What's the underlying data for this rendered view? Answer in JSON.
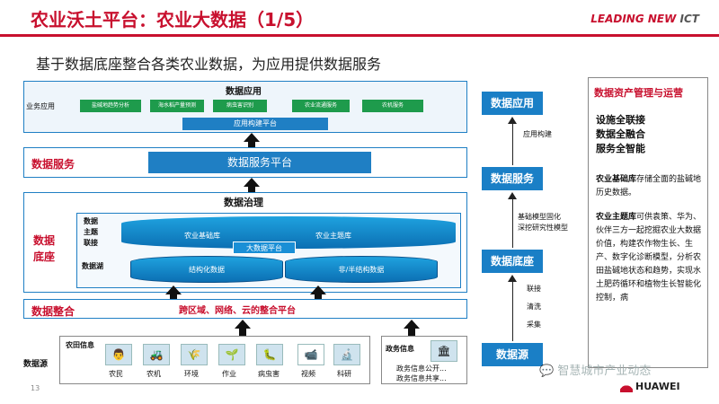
{
  "header": {
    "title": "农业沃土平台：农业大数据（1/5）",
    "brand_main": "LEADING NEW",
    "brand_suffix": " ICT",
    "subtitle": "基于数据底座整合各类农业数据，为应用提供数据服务"
  },
  "diagram": {
    "app_layer": {
      "title": "数据应用",
      "side_label": "业务应用",
      "apps": [
        "盐碱地趋势分析",
        "海水稻产量预测",
        "病虫害识别",
        "农业流通服务",
        "农机服务"
      ],
      "build_platform": "应用构建平台"
    },
    "service_layer": {
      "label": "数据服务",
      "platform": "数据服务平台"
    },
    "governance": {
      "title": "数据治理",
      "side_label_1": "数据",
      "side_label_2": "底座",
      "row1_labels": [
        "数据",
        "主题",
        "联接"
      ],
      "row2_label": "数据湖",
      "base_lib": "农业基础库",
      "topic_lib": "农业主题库",
      "bigdata": "大数据平台",
      "structured": "结构化数据",
      "unstructured": "非/半结构数据"
    },
    "integration": {
      "label": "数据整合",
      "platform": "跨区域、网络、云的整合平台"
    },
    "sources": {
      "label": "数据源",
      "farm_title": "农田信息",
      "farm_items": [
        "农民",
        "农机",
        "环境",
        "作业",
        "病虫害",
        "视频",
        "科研"
      ],
      "gov_title": "政务信息",
      "gov_items": [
        "政务信息公开...",
        "政务信息共享..."
      ]
    }
  },
  "chain": {
    "steps": [
      "数据应用",
      "数据服务",
      "数据底座",
      "数据源"
    ],
    "notes": {
      "top": "应用构建",
      "middle_1": "基础模型固化",
      "middle_2": "深挖研究性模型",
      "bottom": [
        "联接",
        "清洗",
        "采集"
      ]
    }
  },
  "panel": {
    "title": "数据资产管理与运营",
    "points": [
      "设施全联接",
      "数据全融合",
      "服务全智能"
    ],
    "base_bold": "农业基础库",
    "base_text": "存储全面的盐碱地历史数据。",
    "topic_bold": "农业主题库",
    "topic_text": "可供袁策、华为、伙伴三方一起挖掘农业大数据价值，构建农作物生长、生产、数字化诊断模型，分析农田盐碱地状态和趋势，实现水土肥药循环和植物生长智能化控制，病"
  },
  "footer": {
    "page": "13",
    "watermark": "智慧城市产业动态",
    "logo": "HUAWEI"
  },
  "colors": {
    "accent_red": "#c8102e",
    "blue": "#1f7fc4",
    "green": "#1e9b4c"
  }
}
